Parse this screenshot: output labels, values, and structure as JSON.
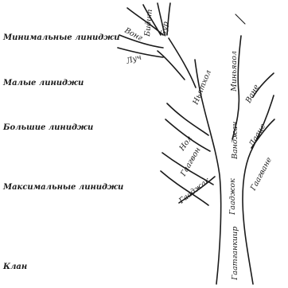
{
  "levels": [
    {
      "label": "Минимальные линиджи"
    },
    {
      "label": "Малые линиджи"
    },
    {
      "label": "Большие линиджи"
    },
    {
      "label": "Максимальные линиджи"
    },
    {
      "label": "Клан"
    }
  ],
  "branches": {
    "clan": "Гаатганкиир",
    "gaagjok": "Гааджок",
    "gaadjak": "Гааджак",
    "gaagvon": "Гаагвон",
    "gaagvane": "Гаагване",
    "nol": "Нол",
    "vangjach": "Ванджач",
    "laane": "Лааце",
    "vane": "Ване",
    "nyakhol": "Ньятхол",
    "minyaaol": "Миньяаол",
    "luch": "Луч",
    "vong": "Вонг",
    "bidit": "Бидит",
    "bur": "Бур"
  }
}
